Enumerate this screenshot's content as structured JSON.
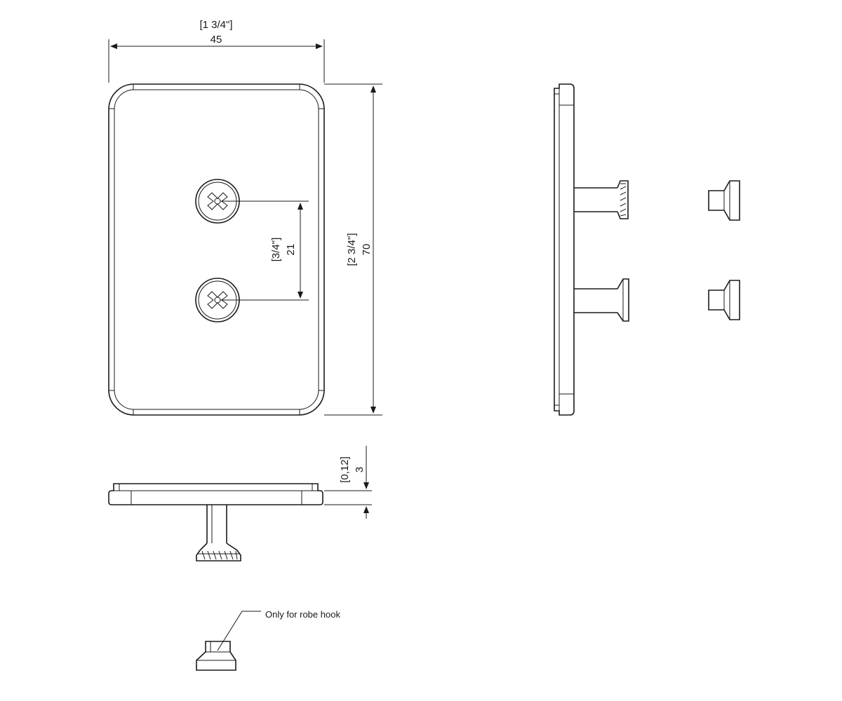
{
  "dimensions": {
    "width_inch": "[1 3/4\"]",
    "width_mm": "45",
    "height_inch": "[2 3/4\"]",
    "height_mm": "70",
    "hole_spacing_inch": "[3/4\"]",
    "hole_spacing_mm": "21",
    "thickness_inch": "[0,12]",
    "thickness_mm": "3"
  },
  "note": {
    "robe_hook": "Only for robe hook"
  }
}
